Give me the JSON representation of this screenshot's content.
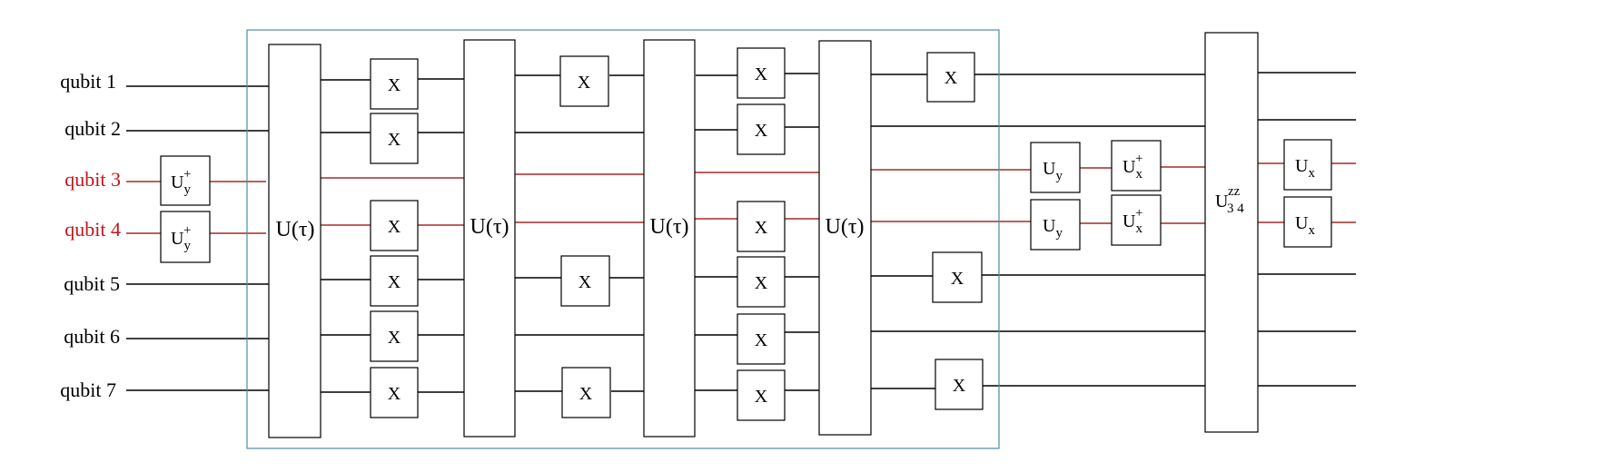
{
  "qubits": [
    {
      "label": "qubit 1",
      "highlight": false
    },
    {
      "label": "qubit 2",
      "highlight": false
    },
    {
      "label": "qubit 3",
      "highlight": true
    },
    {
      "label": "qubit 4",
      "highlight": true
    },
    {
      "label": "qubit 5",
      "highlight": false
    },
    {
      "label": "qubit 6",
      "highlight": false
    },
    {
      "label": "qubit 7",
      "highlight": false
    }
  ],
  "gates": {
    "u_tau": "U(τ)",
    "x": "X",
    "u_base": "U",
    "sub_y": "y",
    "sub_x": "x",
    "dagger": "+",
    "zz_sup": "zz",
    "zz_sub": "3 4"
  },
  "colors": {
    "wire": "#000000",
    "highlight_wire": "#a52a2a",
    "highlight_label": "#c0161c",
    "frame": "#4a8ea8"
  }
}
